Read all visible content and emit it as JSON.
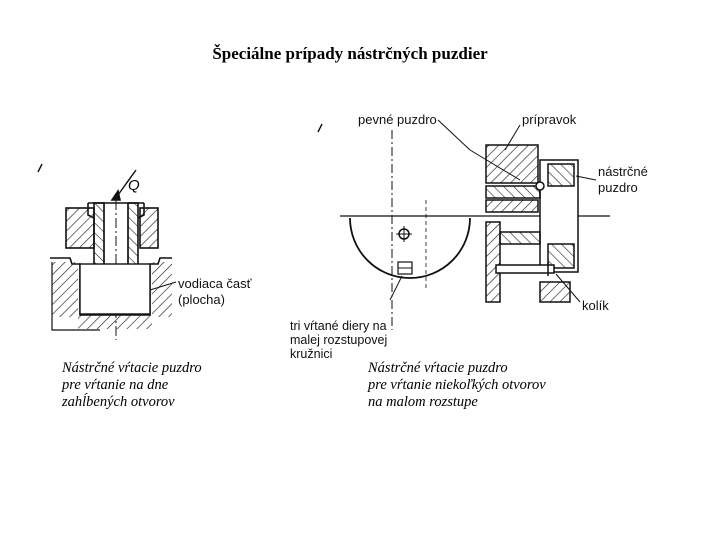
{
  "title": "Špeciálne prípady nástrčných puzdier",
  "figure_left": {
    "force_label": "Q",
    "part_label_line1": "vodiaca časť",
    "part_label_line2": "(plocha)",
    "caption": [
      "Nástrčné vŕtacie puzdro",
      "pre vŕtanie na dne",
      "zahĺbených otvorov"
    ]
  },
  "figure_right": {
    "label_fixed_bushing": "pevné puzdro",
    "label_fixture": "prípravok",
    "label_slip_bushing_line1": "nástrčné",
    "label_slip_bushing_line2": "puzdro",
    "label_pin": "kolík",
    "label_holes": [
      "tri vŕtané diery na",
      "malej rozstupovej",
      "kružnici"
    ],
    "caption": [
      "Nástrčné vŕtacie puzdro",
      "pre vŕtanie niekoľkých otvorov",
      "na malom rozstupe"
    ]
  }
}
